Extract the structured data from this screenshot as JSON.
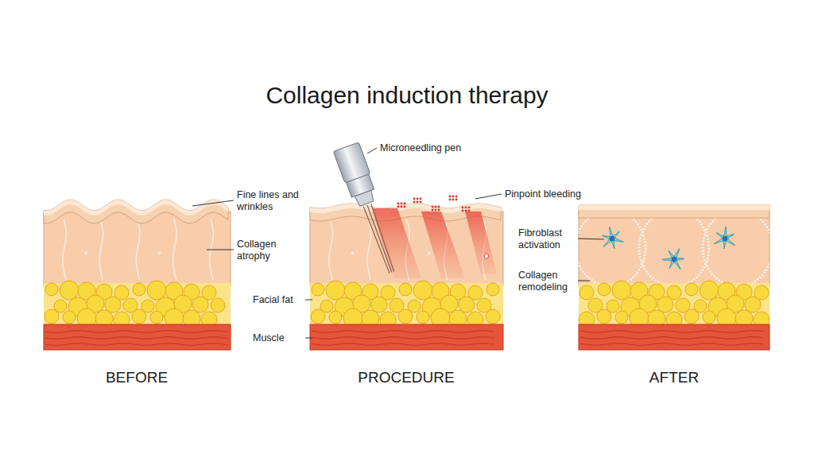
{
  "diagram": {
    "title": "Collagen induction therapy",
    "labels": [
      "Microneedling pen",
      "Fine lines and wrinkles",
      "Pinpoint bleeding",
      "Collagen atrophy",
      "Fibroblast activation",
      "Facial fat",
      "Collagen remodeling",
      "Muscle",
      "BEFORE",
      "PROCEDURE",
      "AFTER"
    ]
  }
}
